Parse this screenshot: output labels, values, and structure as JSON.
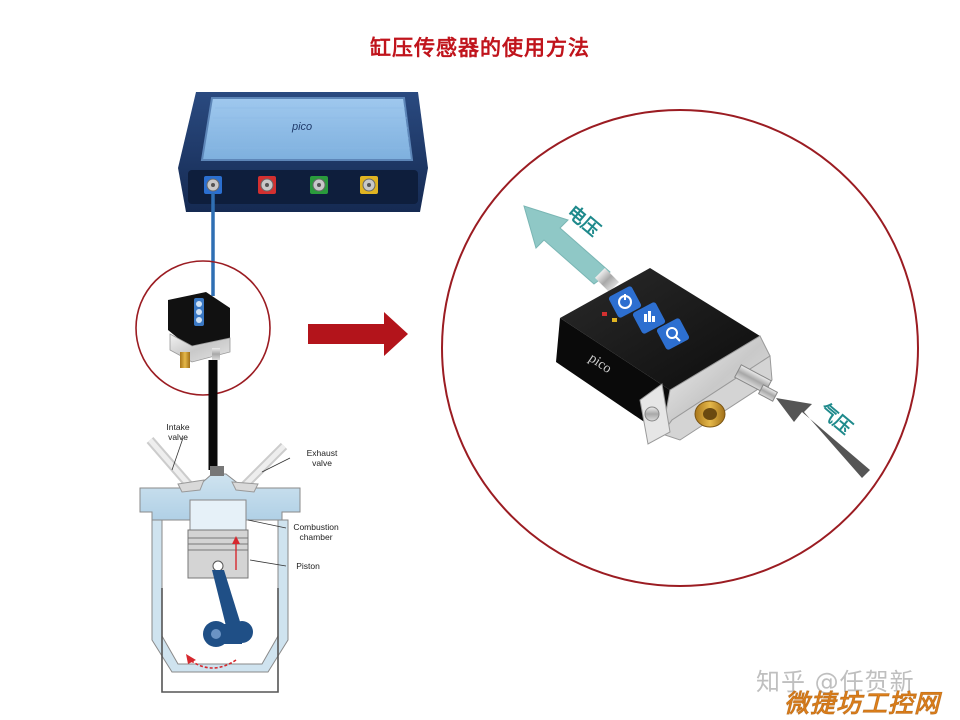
{
  "title": "缸压传感器的使用方法",
  "labels": {
    "intake_valve_line1": "Intake",
    "intake_valve_line2": "valve",
    "exhaust_valve_line1": "Exhaust",
    "exhaust_valve_line2": "valve",
    "combustion_line1": "Combustion",
    "combustion_line2": "chamber",
    "piston": "Piston",
    "voltage": "电压",
    "air_pressure": "气压",
    "brand": "pico"
  },
  "watermarks": {
    "zhihu": "知乎 @任贺新",
    "site": "微捷坊工控网"
  },
  "colors": {
    "title": "#c0141c",
    "circle": "#9b1c22",
    "arrow_red": "#b3141b",
    "arrow_teal": "#8fc8c6",
    "arrow_gray": "#555555",
    "device_blue": "#1f3a6a",
    "cable_blue": "#2f6fb3",
    "label_teal": "#1f8a8c",
    "watermark_orange": "#f08a1e"
  }
}
